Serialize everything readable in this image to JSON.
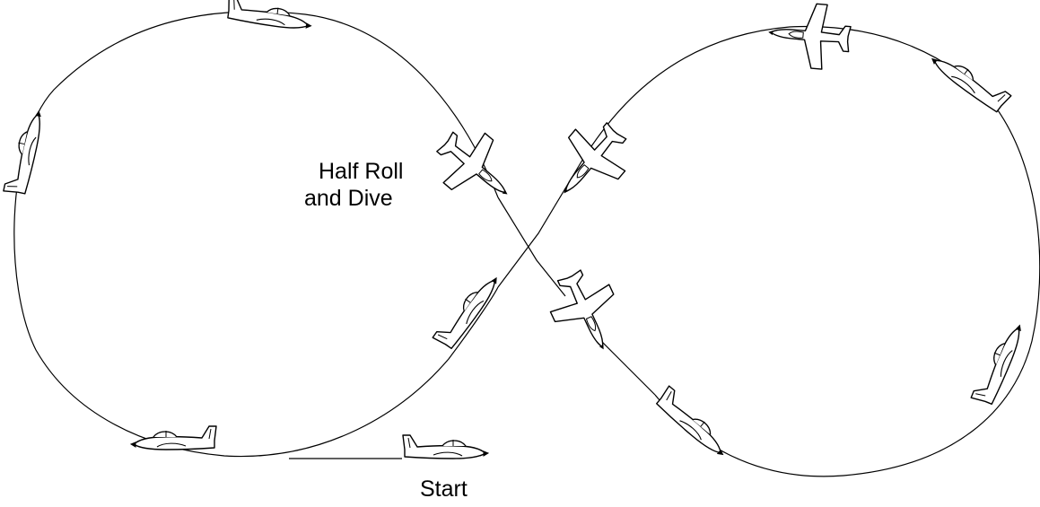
{
  "labels": {
    "maneuver_line1": "Half Roll",
    "maneuver_line2": "and Dive",
    "start": "Start"
  },
  "colors": {
    "stroke": "#000000",
    "background": "#ffffff",
    "aircraft_fill": "#ffffff"
  },
  "icons": {
    "aircraft": "airplane-icon"
  }
}
